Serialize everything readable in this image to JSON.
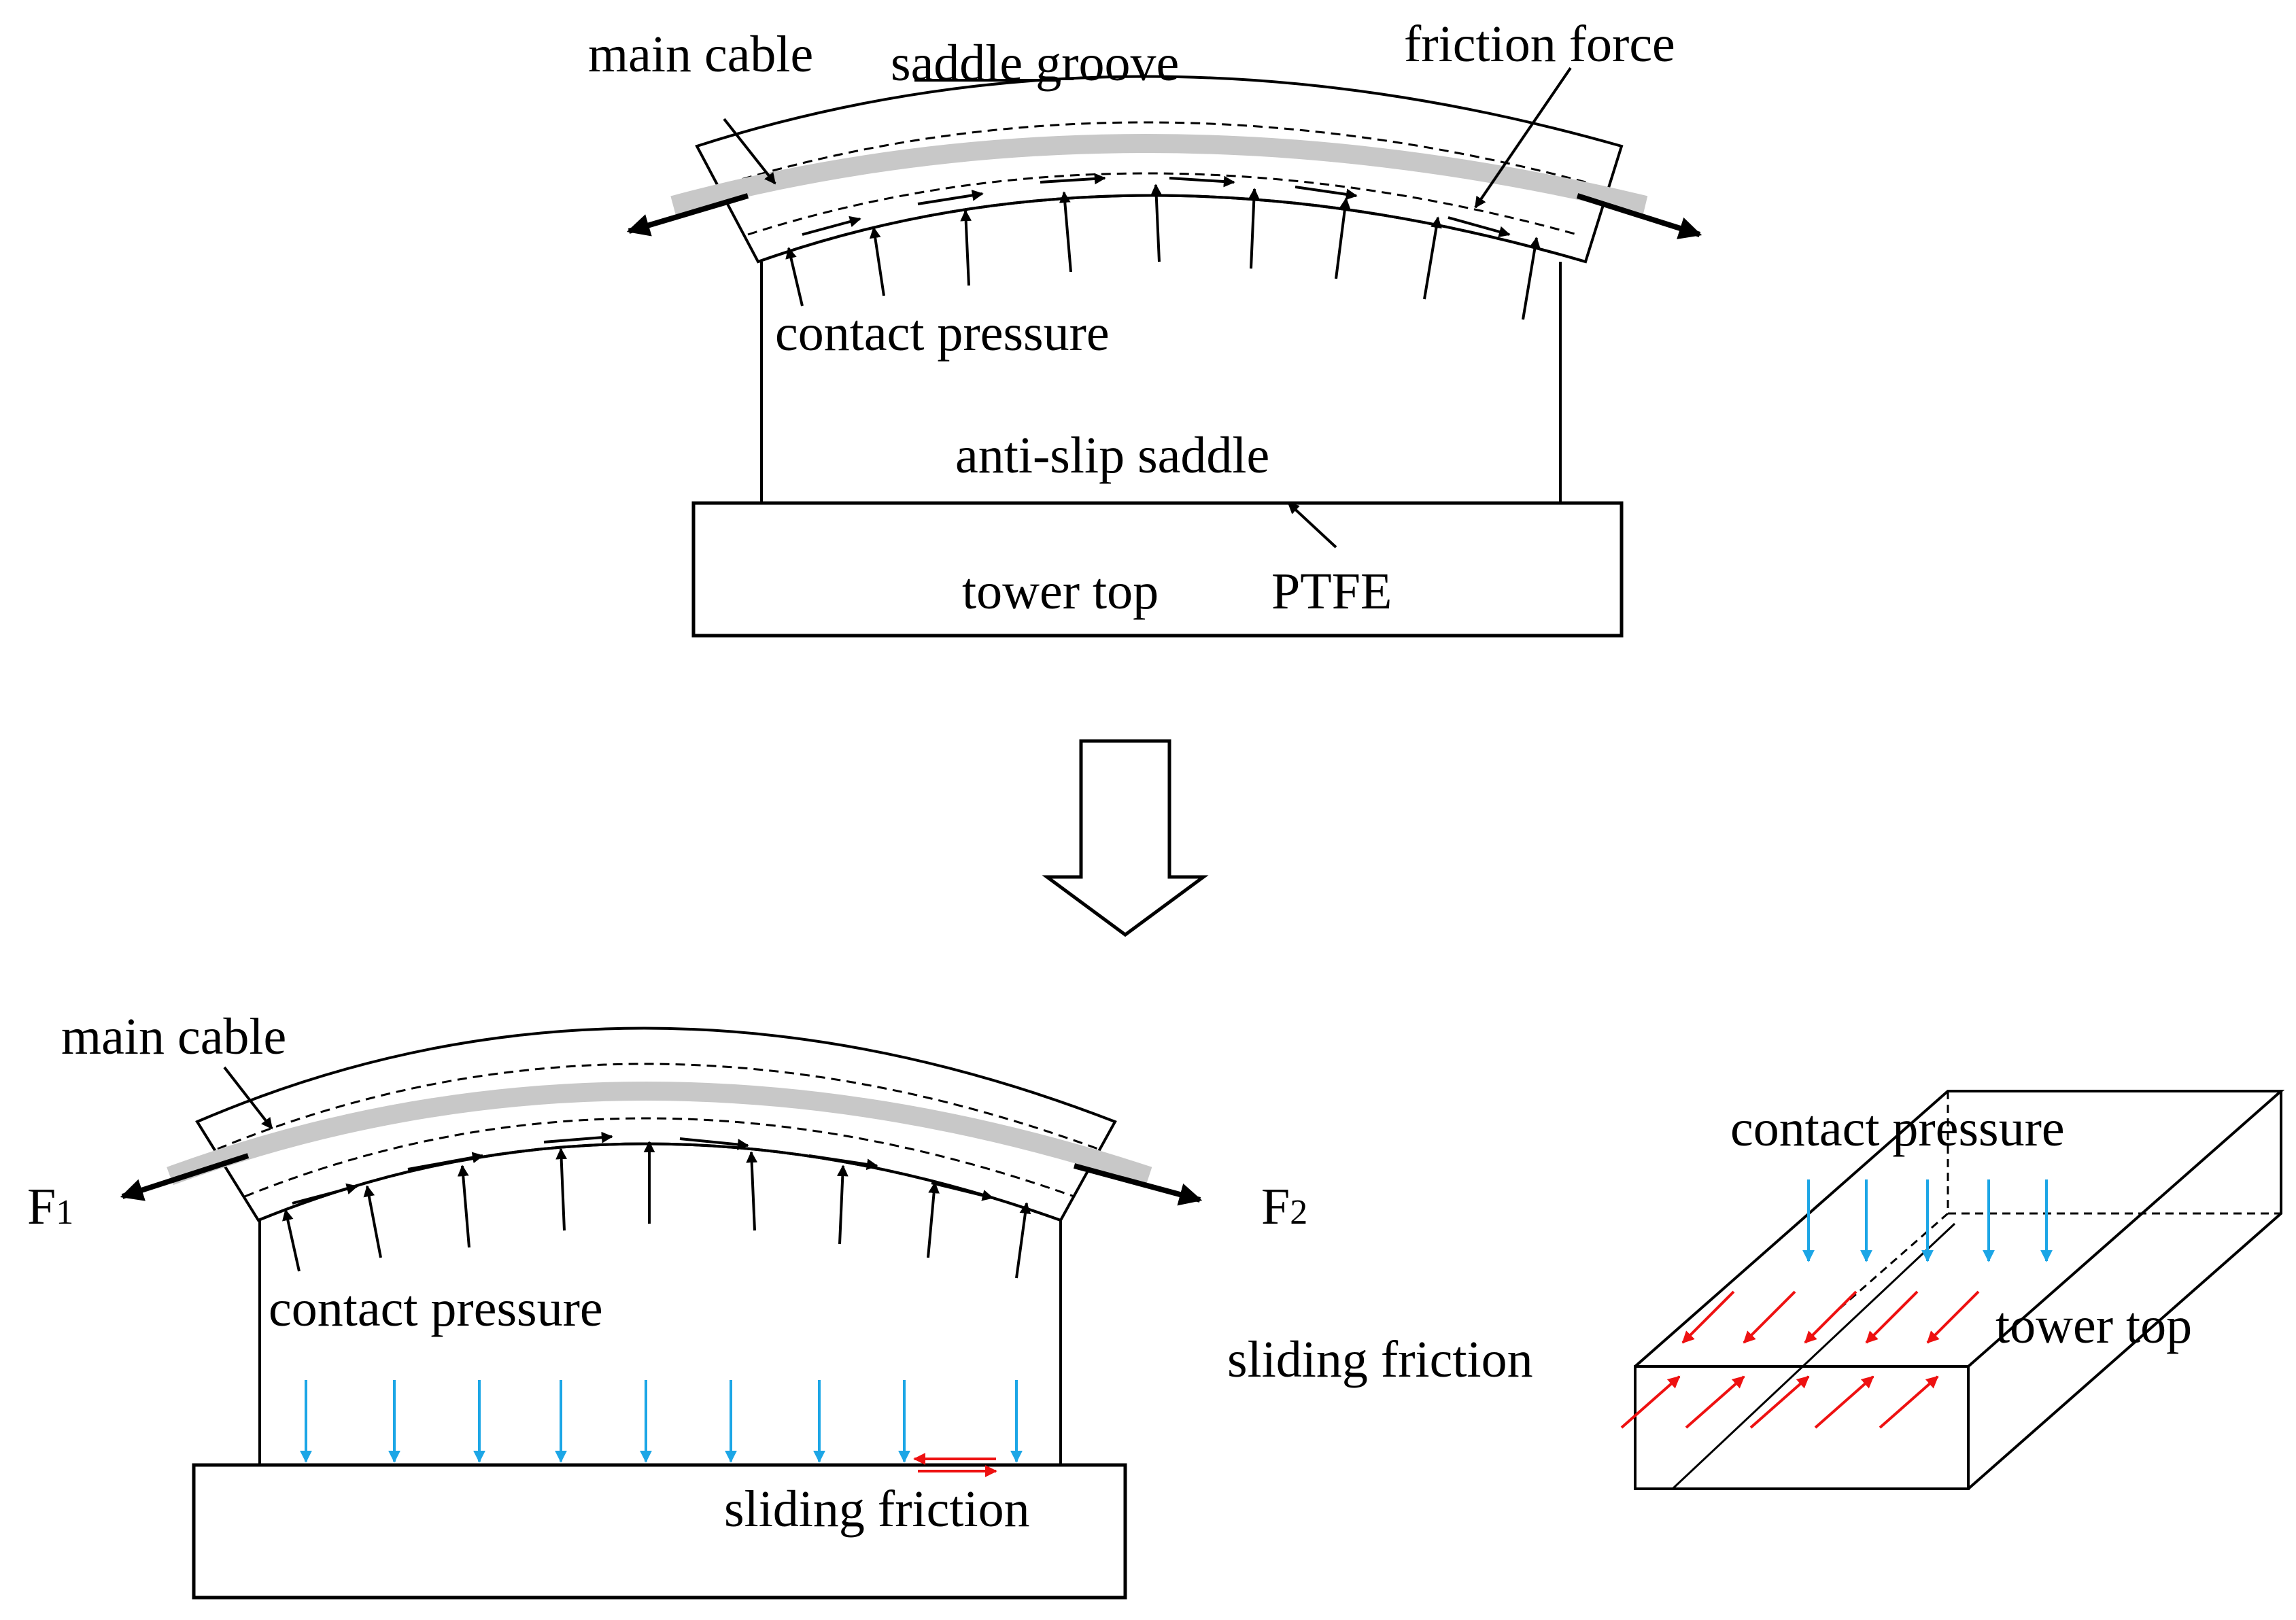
{
  "top_panel": {
    "main_cable_label": "main cable",
    "saddle_groove_label": "saddle groove",
    "friction_force_label": "friction force",
    "contact_pressure_label": "contact pressure",
    "anti_slip_saddle_label": "anti-slip saddle",
    "tower_top_label": "tower top",
    "ptfe_label": "PTFE"
  },
  "bottom_panel": {
    "main_cable_label": "main cable",
    "contact_pressure_label": "contact pressure",
    "sliding_friction_label": "sliding friction",
    "f1_base": "F",
    "f1_sub": "1",
    "f2_base": "F",
    "f2_sub": "2"
  },
  "box_panel": {
    "contact_pressure_label": "contact pressure",
    "sliding_friction_label": "sliding friction",
    "tower_top_label": "tower top"
  },
  "colors": {
    "line": "#000000",
    "cable_fill": "#c8c8c8",
    "pressure_blue": "#1ca6e6",
    "friction_red": "#ee1111"
  }
}
